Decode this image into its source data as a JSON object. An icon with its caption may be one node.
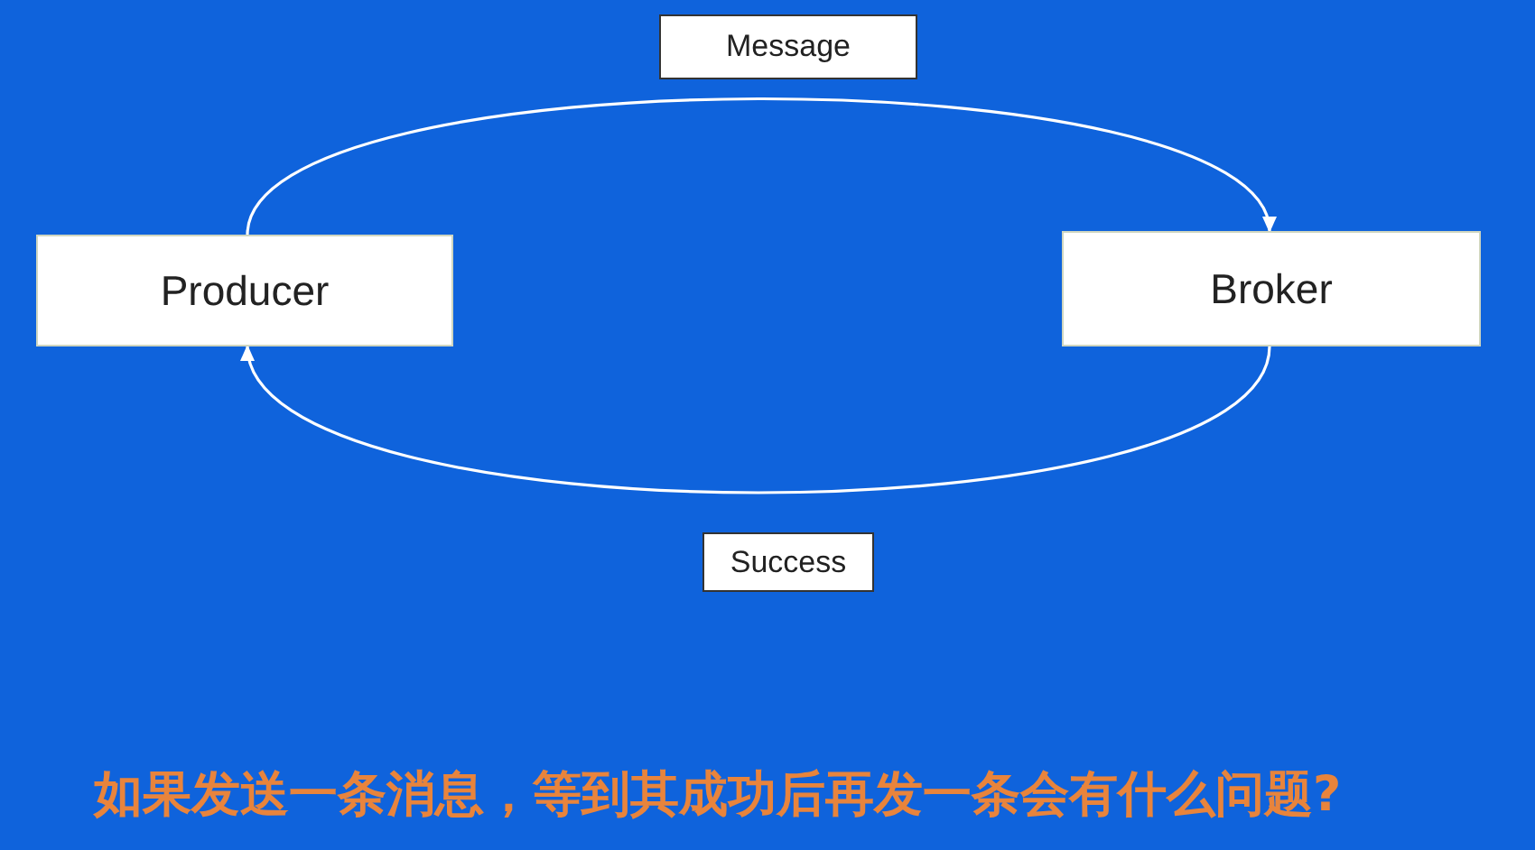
{
  "diagram": {
    "caption": "如果发送一条消息，等到其成功后再发一条会有什么问题?",
    "nodes": [
      {
        "text": [
          "Producer"
        ]
      },
      {
        "text": [
          "Broker"
        ]
      }
    ],
    "edges": [
      {
        "from": 0,
        "to": 1,
        "arrow": "to",
        "label": "Message"
      },
      {
        "from": 1,
        "to": 0,
        "arrow": "to",
        "label": "Success"
      }
    ]
  }
}
